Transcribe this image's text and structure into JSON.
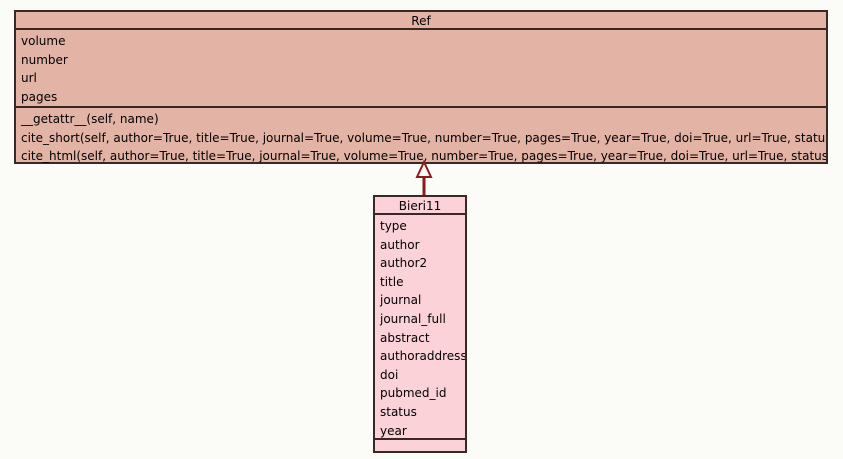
{
  "diagram": {
    "type": "uml-class-diagram",
    "background_color": "#fbfbf8",
    "border_color": "#3a2824",
    "relationship": {
      "kind": "generalization",
      "label": "Bieri11 inherits from Ref",
      "arrow_color": "#8b1a1a",
      "arrow_fill": "#fbfbf8"
    },
    "classes": [
      {
        "name": "Ref",
        "fill_color": "#e3b3a6",
        "attributes": [
          "volume",
          "number",
          "url",
          "pages"
        ],
        "methods": [
          "__getattr__(self, name)",
          "cite_short(self, author=True, title=True, journal=True, volume=True, number=True, pages=True, year=True, doi=True, url=True, status=True)",
          "cite_html(self, author=True, title=True, journal=True, volume=True, number=True, pages=True, year=True, doi=True, url=True, status=True)"
        ]
      },
      {
        "name": "Bieri11",
        "fill_color": "#fcd2d9",
        "attributes": [
          "type",
          "author",
          "author2",
          "title",
          "journal",
          "journal_full",
          "abstract",
          "authoraddress",
          "doi",
          "pubmed_id",
          "status",
          "year"
        ],
        "methods": []
      }
    ]
  }
}
